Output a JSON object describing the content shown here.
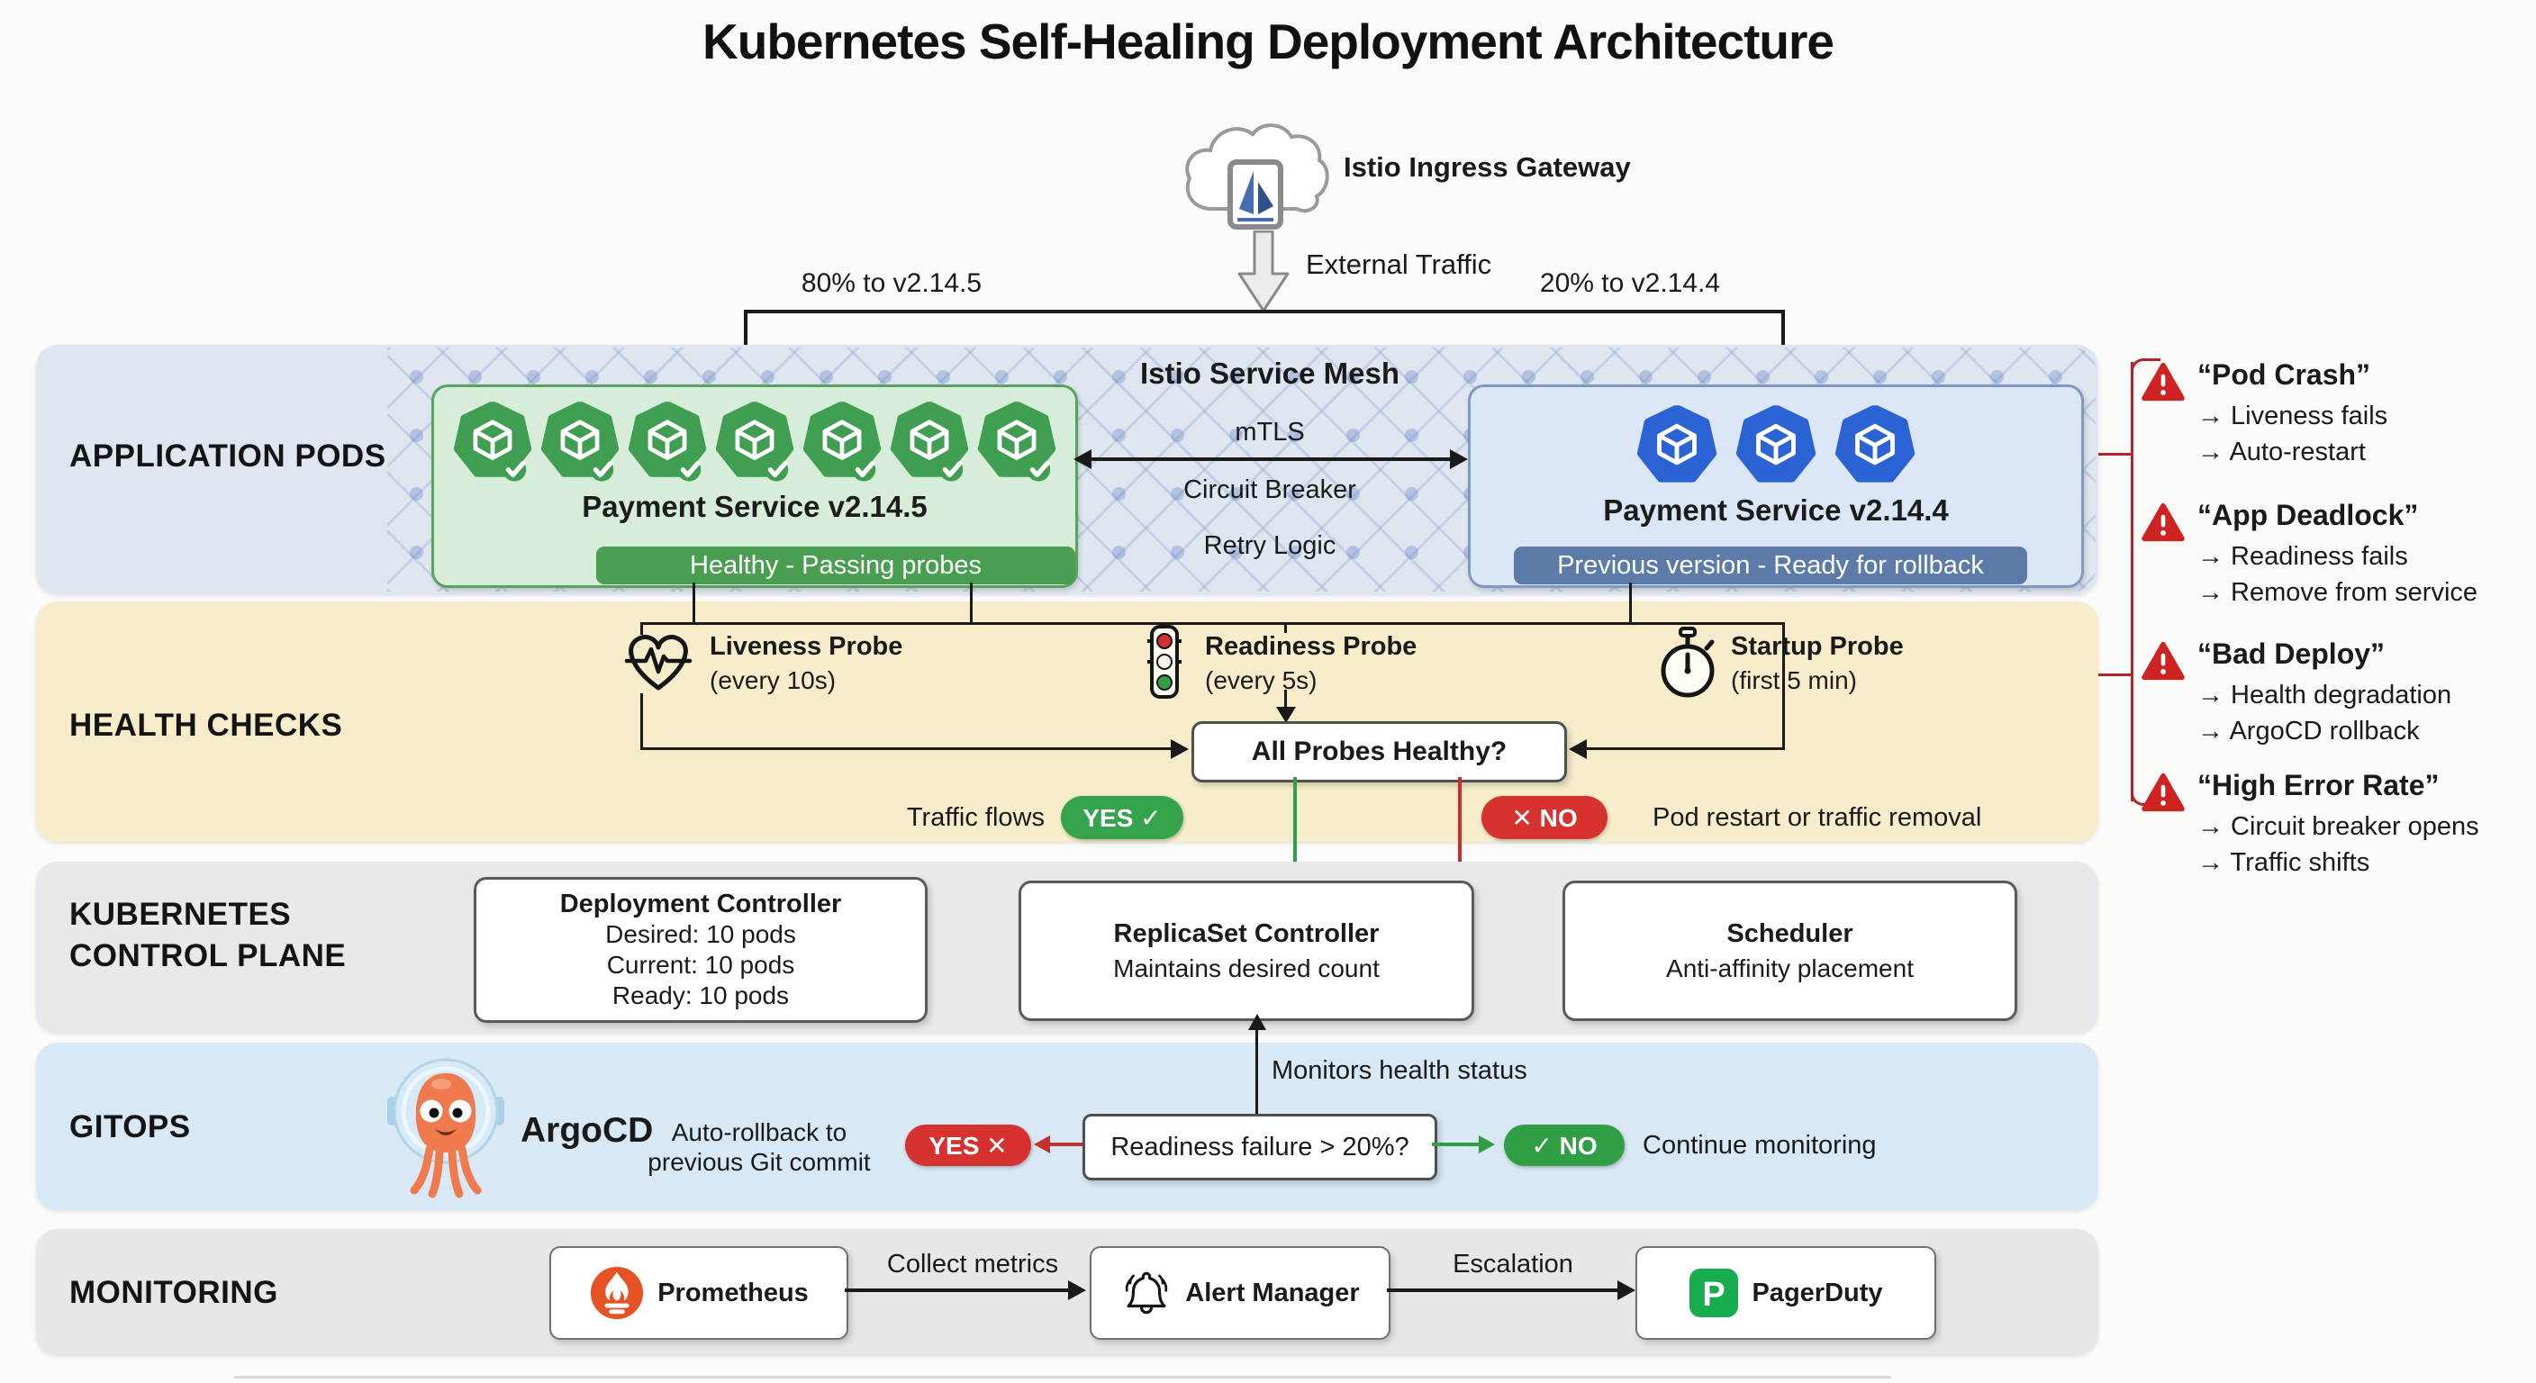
{
  "title": "Kubernetes Self-Healing Deployment Architecture",
  "gateway": {
    "label": "Istio Ingress Gateway",
    "traffic_label": "External Traffic",
    "split_left": "80% to v2.14.5",
    "split_right": "20% to v2.14.4"
  },
  "bands": {
    "pods_label": "APPLICATION PODS",
    "health_label": "HEALTH CHECKS",
    "control_label_line1": "KUBERNETES",
    "control_label_line2": "CONTROL PLANE",
    "gitops_label": "GITOPS",
    "monitoring_label": "MONITORING"
  },
  "mesh": {
    "title": "Istio Service Mesh",
    "feature1": "mTLS",
    "feature2": "Circuit Breaker",
    "feature3": "Retry Logic"
  },
  "service_green": {
    "name": "Payment Service v2.14.5",
    "status": "Healthy - Passing probes"
  },
  "service_blue": {
    "name": "Payment Service v2.14.4",
    "status": "Previous version - Ready for rollback"
  },
  "probes": [
    {
      "name": "Liveness Probe",
      "interval": "(every 10s)"
    },
    {
      "name": "Readiness Probe",
      "interval": "(every 5s)"
    },
    {
      "name": "Startup Probe",
      "interval": "(first 5 min)"
    }
  ],
  "decision": {
    "question": "All Probes Healthy?",
    "yes_pill": "YES ✓",
    "yes_text": "Traffic flows",
    "no_pill": "✕ NO",
    "no_text": "Pod restart or traffic removal"
  },
  "control_plane": {
    "deployment_title": "Deployment Controller",
    "deployment_lines": [
      "Desired: 10 pods",
      "Current: 10 pods",
      "Ready: 10 pods"
    ],
    "replicaset_title": "ReplicaSet Controller",
    "replicaset_sub": "Maintains desired count",
    "scheduler_title": "Scheduler",
    "scheduler_sub": "Anti-affinity placement"
  },
  "gitops": {
    "tool": "ArgoCD",
    "monitor_label": "Monitors health status",
    "rollback_line1": "Auto-rollback to",
    "rollback_line2": "previous Git commit",
    "yes_pill": "YES ✕",
    "question": "Readiness failure > 20%?",
    "no_pill": "✓ NO",
    "continue_text": "Continue monitoring"
  },
  "monitoring": {
    "prometheus_label": "Prometheus",
    "collect_label": "Collect metrics",
    "alertmanager_label": "Alert Manager",
    "escalation_label": "Escalation",
    "pagerduty_label": "PagerDuty"
  },
  "failure_scenarios": [
    {
      "title": "“Pod Crash”",
      "line1": "→ Liveness fails",
      "line2": "→ Auto-restart"
    },
    {
      "title": "“App Deadlock”",
      "line1": "→ Readiness fails",
      "line2": "→ Remove from service"
    },
    {
      "title": "“Bad Deploy”",
      "line1": "→ Health degradation",
      "line2": "→ ArgoCD rollback"
    },
    {
      "title": "“High Error Rate”",
      "line1": "→ Circuit breaker opens",
      "line2": "→ Traffic shifts"
    }
  ],
  "colors": {
    "healthy_green": "#3f9e52",
    "rollback_blue": "#2b63d4",
    "yes_green": "#2f9e44",
    "no_red": "#d63230",
    "warning_red": "#c3242c",
    "pods_band": "#dfe6f0",
    "health_band": "#f8edca",
    "control_band": "#e9e9eb",
    "gitops_band": "#d8e9f5",
    "monitoring_band": "#e7e7e5"
  }
}
